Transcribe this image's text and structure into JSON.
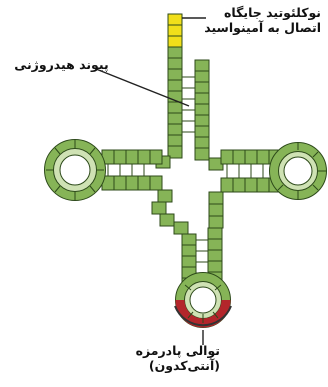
{
  "labels": {
    "acceptor_line1": "نوکلئوتید جایگاه",
    "acceptor_line2": "اتصال به آمینواسید",
    "hydrogen_bond": "پیوند هیدروژنی",
    "anticodon_line1": "توالی پادرمزه",
    "anticodon_line2": "(آنتی‌کدون)"
  },
  "colors": {
    "stem": "#86b457",
    "loop_fill": "#cfe2b4",
    "acceptor_nucleotides": "#f1df1a",
    "anticodon_nucleotides": "#b3262b",
    "outline": "#2d4a1a"
  }
}
